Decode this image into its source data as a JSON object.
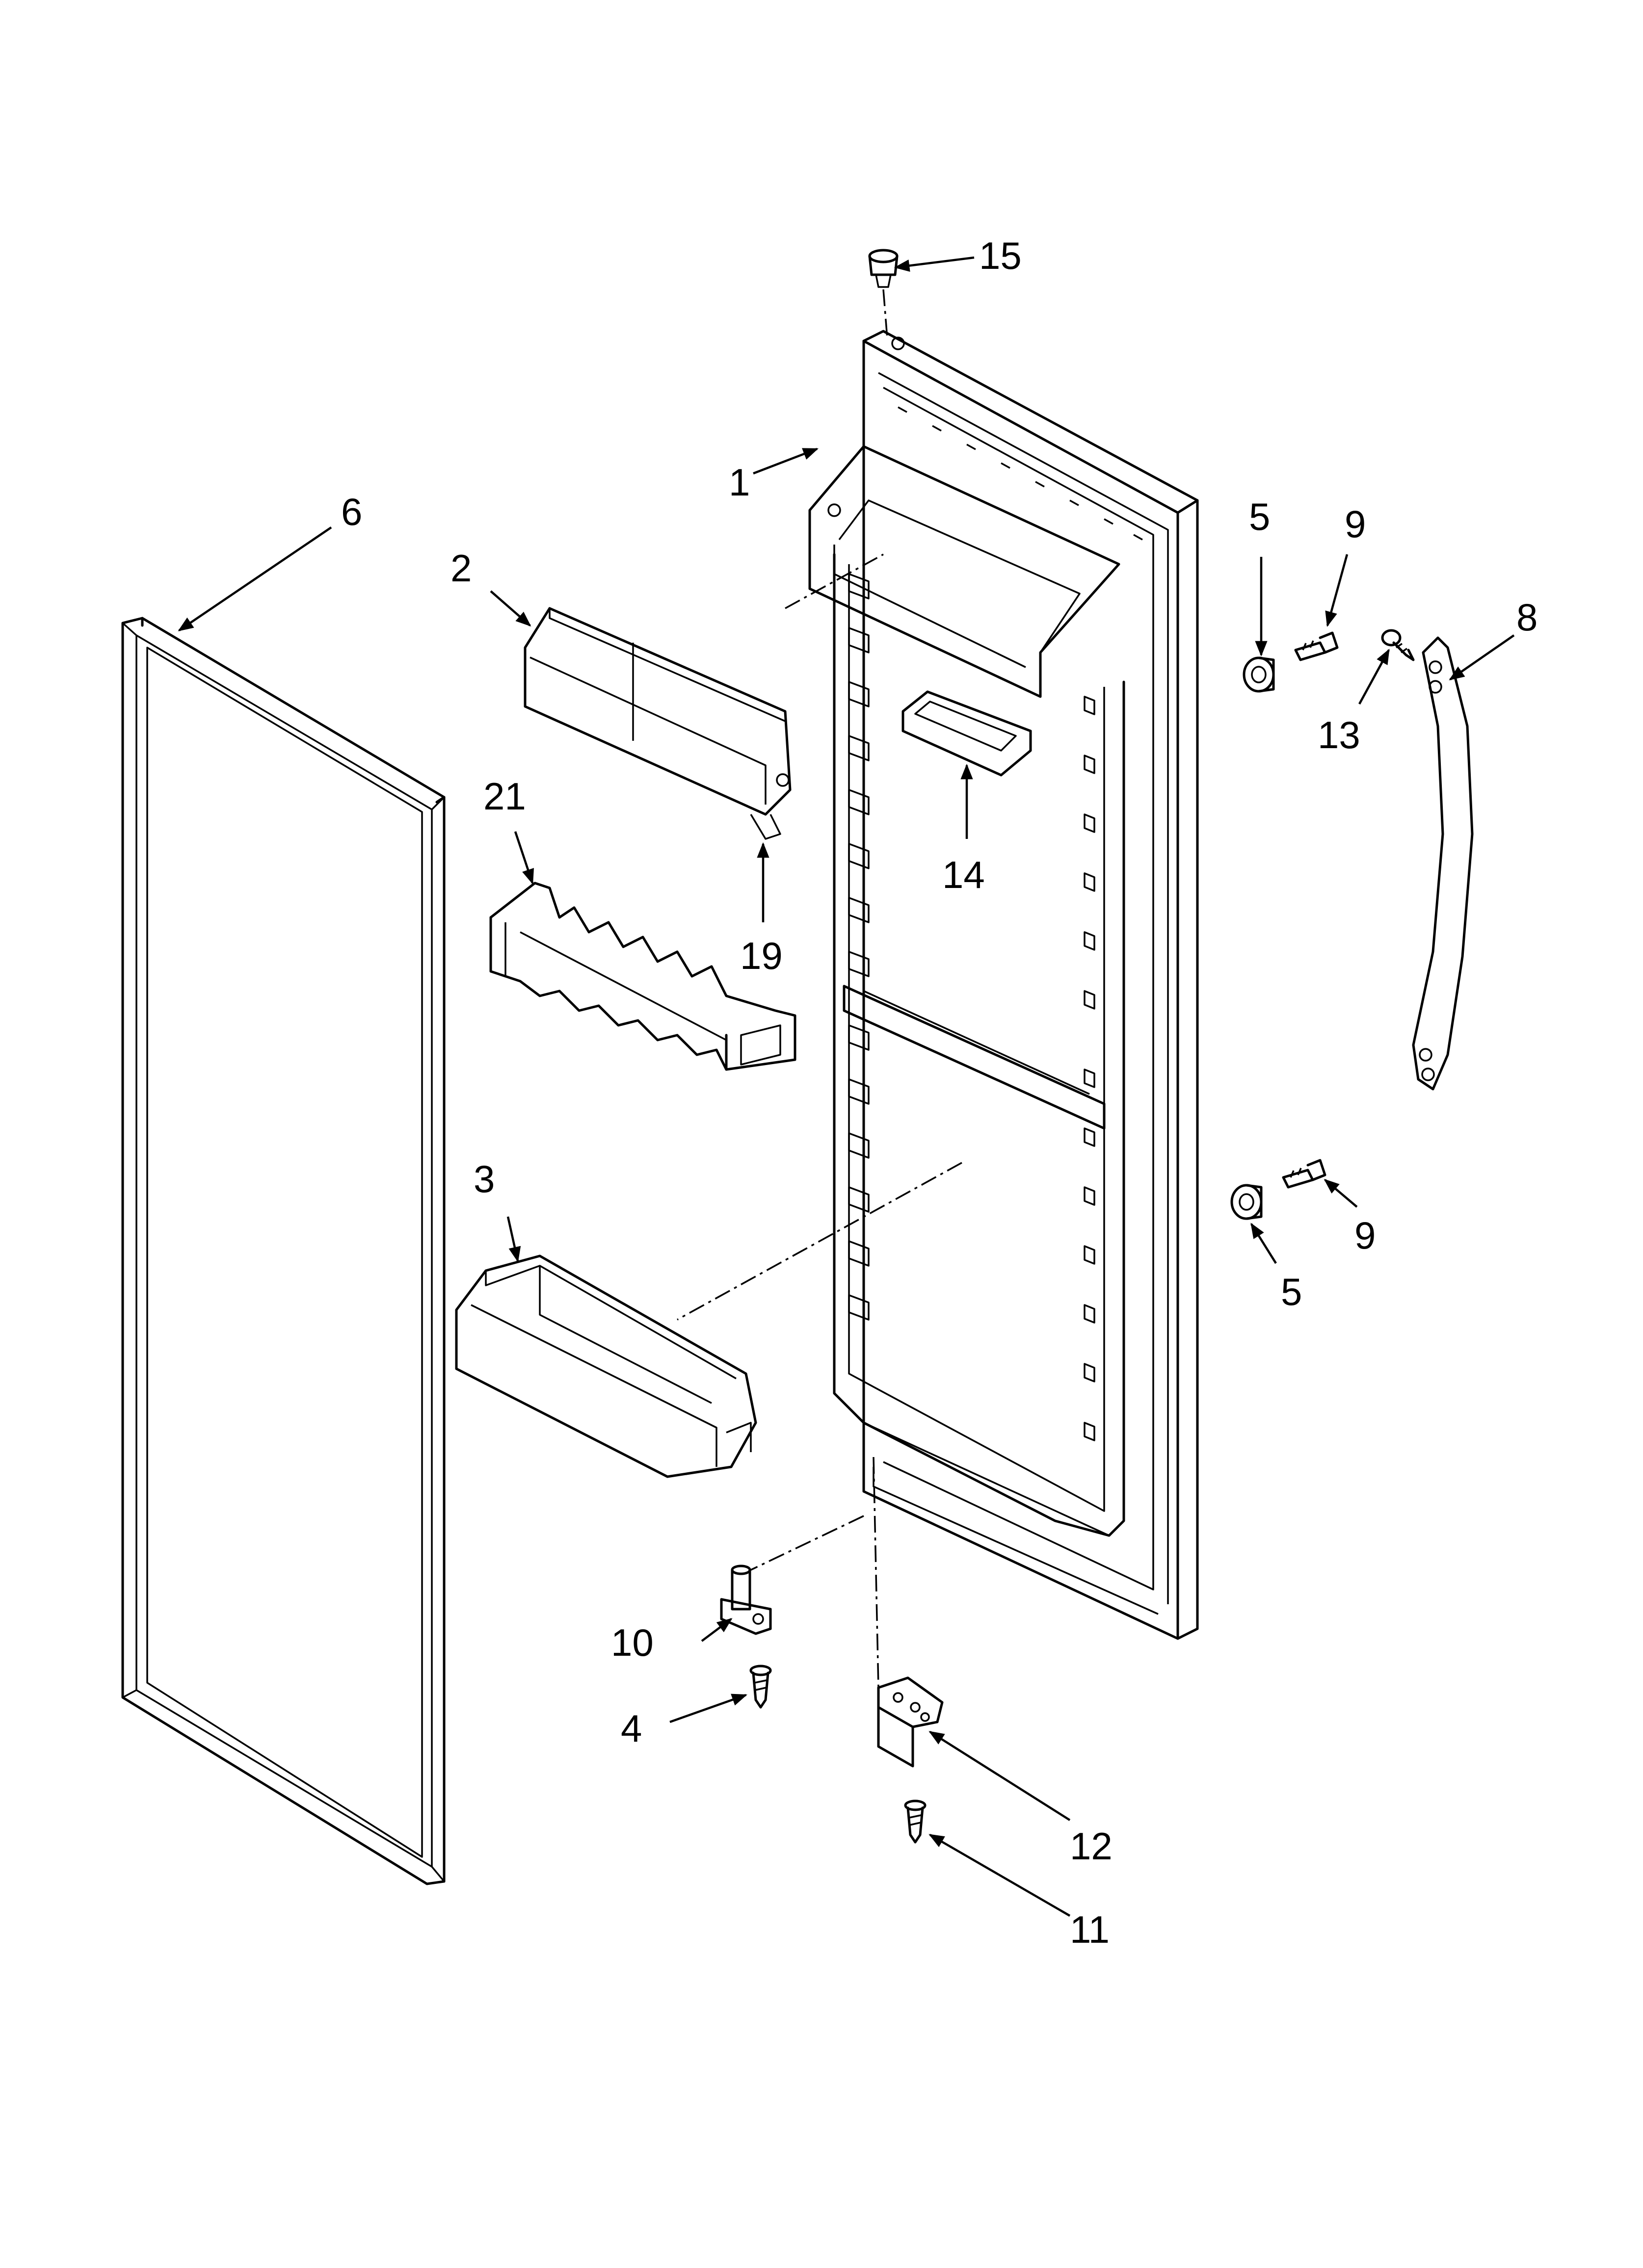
{
  "callouts": {
    "c1": "1",
    "c2": "2",
    "c3": "3",
    "c4": "4",
    "c5a": "5",
    "c5b": "5",
    "c6": "6",
    "c8": "8",
    "c9a": "9",
    "c9b": "9",
    "c10": "10",
    "c11": "11",
    "c12": "12",
    "c13": "13",
    "c14": "14",
    "c15": "15",
    "c19": "19",
    "c21": "21"
  },
  "colors": {
    "ink": "#000000",
    "paper": "#ffffff"
  }
}
